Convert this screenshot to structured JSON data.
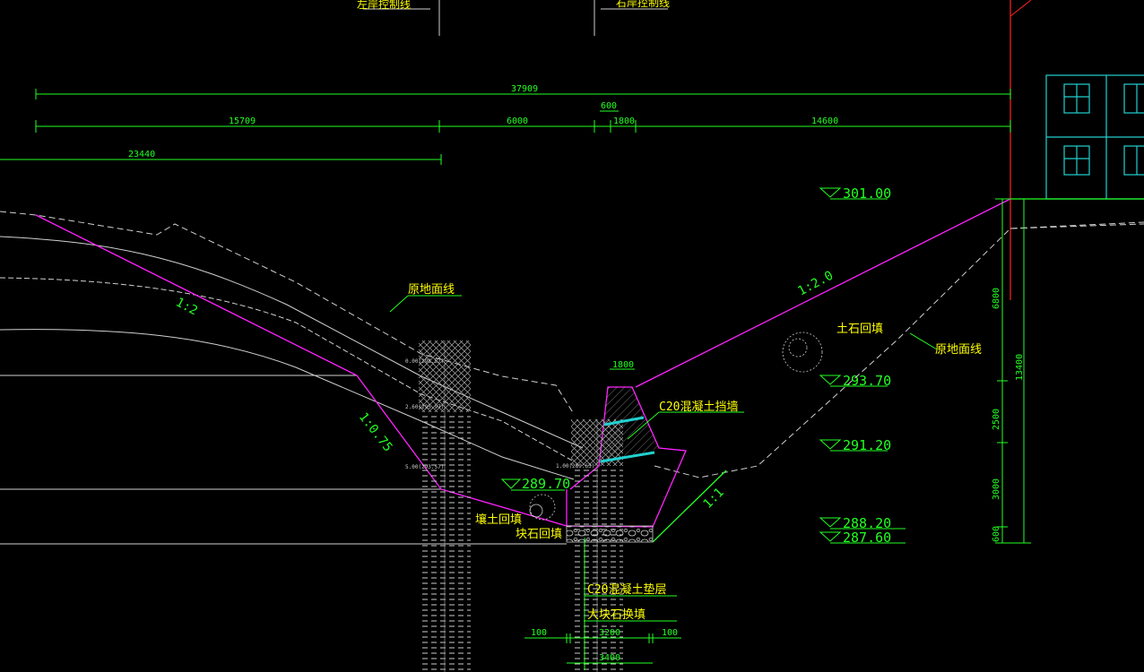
{
  "top_labels": {
    "left_control_line": "左岸控制线",
    "right_control_line": "右岸控制线"
  },
  "dimensions": {
    "total": "37909",
    "seg1": "15709",
    "seg2": "6000",
    "seg3": "600",
    "seg4": "1800",
    "seg5": "14600",
    "lower": "23440",
    "wall_top": "1800",
    "bottom_a": "100",
    "bottom_b": "3200",
    "bottom_c": "100",
    "bottom_total": "3400",
    "vert_total": "13400",
    "vert1": "6800",
    "vert2": "2500",
    "vert3": "3000",
    "vert4": "600"
  },
  "elevations": {
    "e1": "301.00",
    "e2": "293.70",
    "e3": "291.20",
    "e4": "289.70",
    "e5": "288.20",
    "e6": "287.60"
  },
  "slopes": {
    "left_upper": "1:2",
    "left_lower": "1:0.75",
    "right": "1:2.0",
    "right_lower": "1:1"
  },
  "annotations": {
    "ground_line_left": "原地面线",
    "ground_line_right": "原地面线",
    "earth_stone_fill": "土石回填",
    "retaining_wall": "C20混凝土挡墙",
    "soil_fill": "壤土回填",
    "rock_fill": "块石回填",
    "cushion": "C20混凝土垫层",
    "big_rock": "大块石换填"
  },
  "borehole_labels": {
    "b1": "0.00(298.57)",
    "b2": "2.60(295.97)",
    "b3": "5.00(293.57)",
    "b4": "1.00(289.63)"
  },
  "colors": {
    "dimension": "#22ff22",
    "slope_line": "#ff22ff",
    "ground": "#d0d0d0",
    "building": "#22d0d0",
    "control": "#ff2222",
    "text": "#ffff00"
  }
}
